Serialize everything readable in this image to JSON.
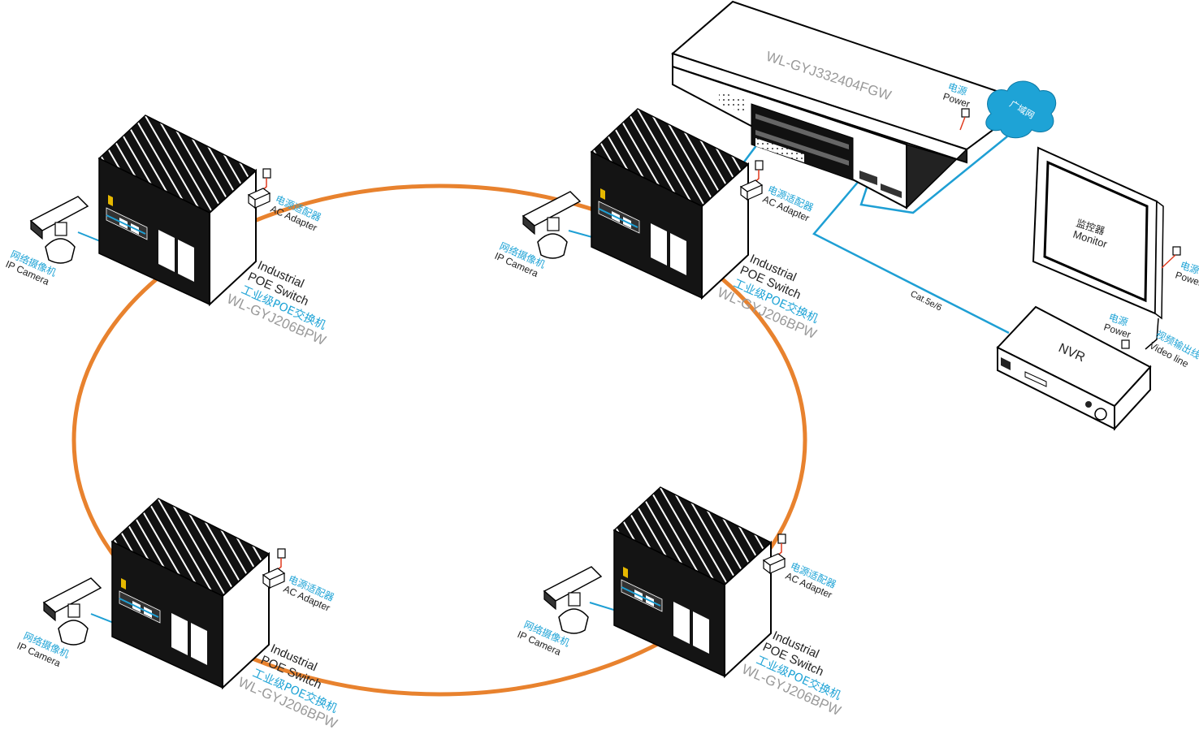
{
  "core_switch": {
    "model": "WL-GYJ332404FGW"
  },
  "power": {
    "cn": "电源",
    "en": "Power"
  },
  "wan": {
    "cn": "广域网"
  },
  "monitor": {
    "cn": "监控器",
    "en": "Monitor"
  },
  "nvr": {
    "label": "NVR"
  },
  "video_line": {
    "cn": "视频输出线",
    "en": "Video line"
  },
  "cable": {
    "label": "Cat.5e/6"
  },
  "adapter": {
    "cn": "电源适配器",
    "en": "AC Adapter"
  },
  "camera": {
    "cn": "网络摄像机",
    "en": "IP Camera"
  },
  "poe_switch": {
    "en1": "Industrial",
    "en2": "POE Switch",
    "cn": "工业级POE交换机",
    "model": "WL-GYJ206BPW"
  },
  "colors": {
    "ring": "#e8822e",
    "cable": "#1e9fd4",
    "power_cord": "#e03a1e",
    "cloud": "#1ea3d6"
  }
}
